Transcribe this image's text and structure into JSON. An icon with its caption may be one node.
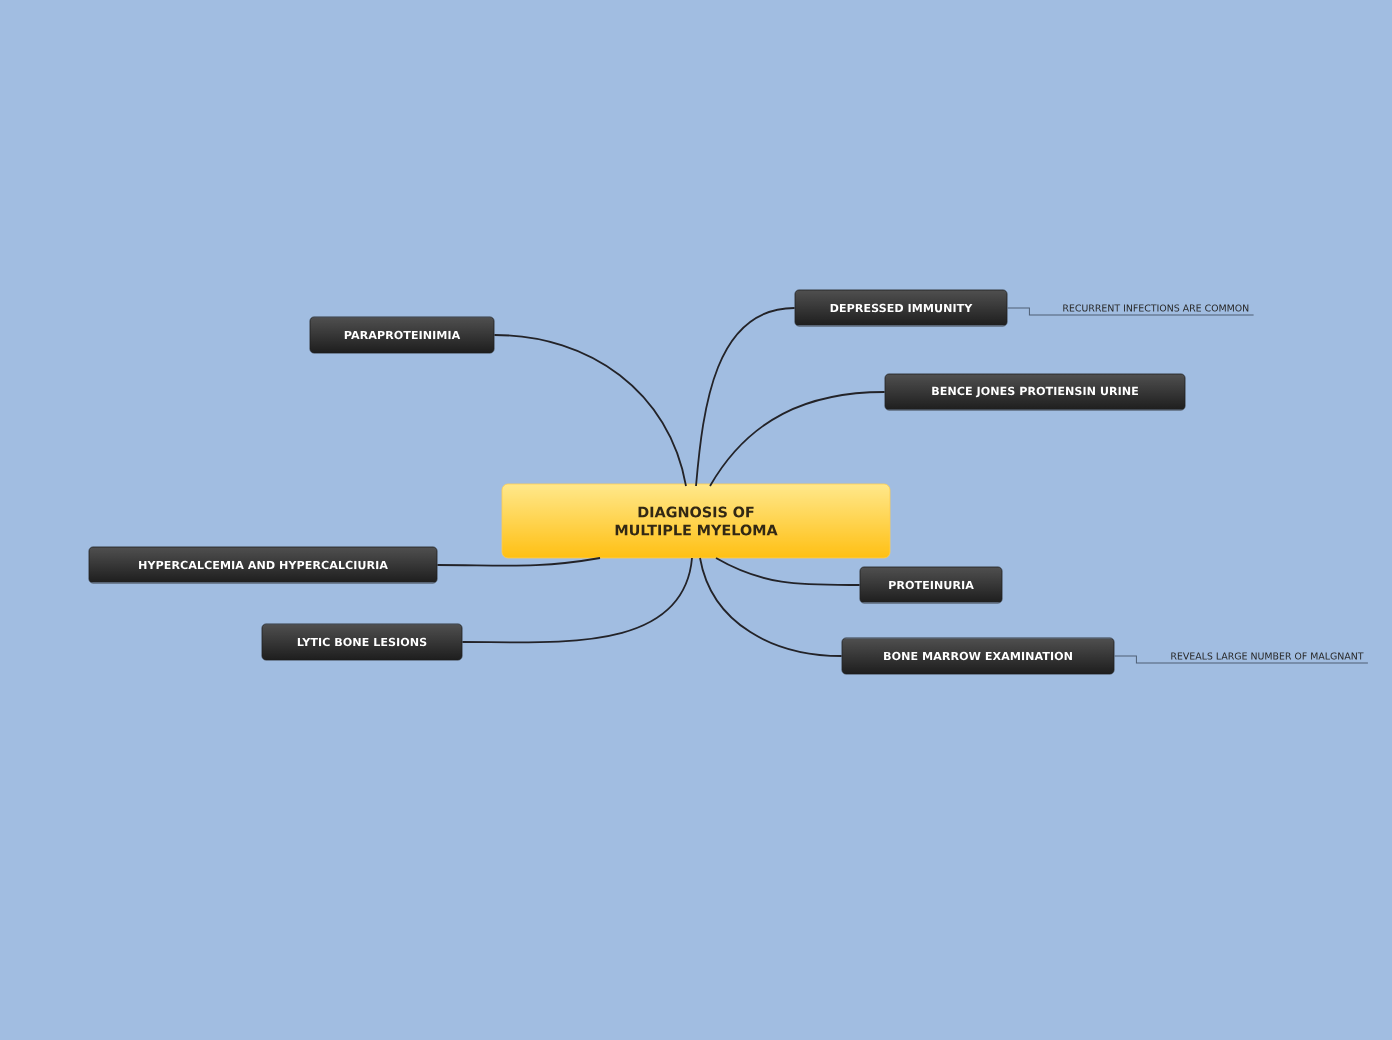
{
  "diagram": {
    "nodes": [
      {
        "text": [
          "DIAGNOSIS OF MULTIPLE MYELOMA"
        ]
      },
      {
        "text": [
          "PARAPROTEINIMIA"
        ]
      },
      {
        "text": [
          "HYPERCALCEMIA AND HYPERCALCIURIA"
        ]
      },
      {
        "text": [
          "LYTIC BONE LESIONS"
        ]
      },
      {
        "text": [
          "DEPRESSED IMMUNITY"
        ]
      },
      {
        "text": [
          "RECURRENT INFECTIONS ARE COMMON"
        ]
      },
      {
        "text": [
          "BENCE JONES PROTIENSIN URINE"
        ]
      },
      {
        "text": [
          "PROTEINURIA"
        ]
      },
      {
        "text": [
          "BONE MARROW EXAMINATION"
        ]
      },
      {
        "text": [
          "REVEALS LARGE NUMBER OF MALGNANT"
        ]
      }
    ],
    "edges": [
      {
        "from": 0,
        "to": 1,
        "arrow": "none"
      },
      {
        "from": 0,
        "to": 2,
        "arrow": "none"
      },
      {
        "from": 0,
        "to": 3,
        "arrow": "none"
      },
      {
        "from": 0,
        "to": 4,
        "arrow": "none"
      },
      {
        "from": 4,
        "to": 5,
        "arrow": "none",
        "color": "#4f5f75"
      },
      {
        "from": 0,
        "to": 6,
        "arrow": "none"
      },
      {
        "from": 0,
        "to": 7,
        "arrow": "none"
      },
      {
        "from": 0,
        "to": 8,
        "arrow": "none"
      },
      {
        "from": 8,
        "to": 9,
        "arrow": "none",
        "color": "#4f5f75"
      }
    ]
  }
}
